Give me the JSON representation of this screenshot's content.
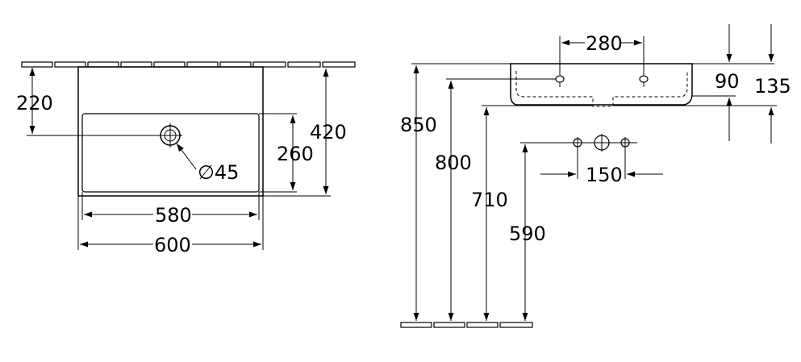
{
  "plan_view": {
    "depth_to_hole": "220",
    "overall_depth": "420",
    "bowl_depth": "260",
    "hole_diameter": "∅45",
    "bowl_width": "580",
    "overall_width": "600"
  },
  "side_view": {
    "tap_spacing": "280",
    "front_height": "90",
    "back_height": "135",
    "rim_height": "850",
    "tap_hole_height": "800",
    "bowl_bottom_height": "710",
    "connection_height": "590",
    "connection_spacing": "150"
  }
}
